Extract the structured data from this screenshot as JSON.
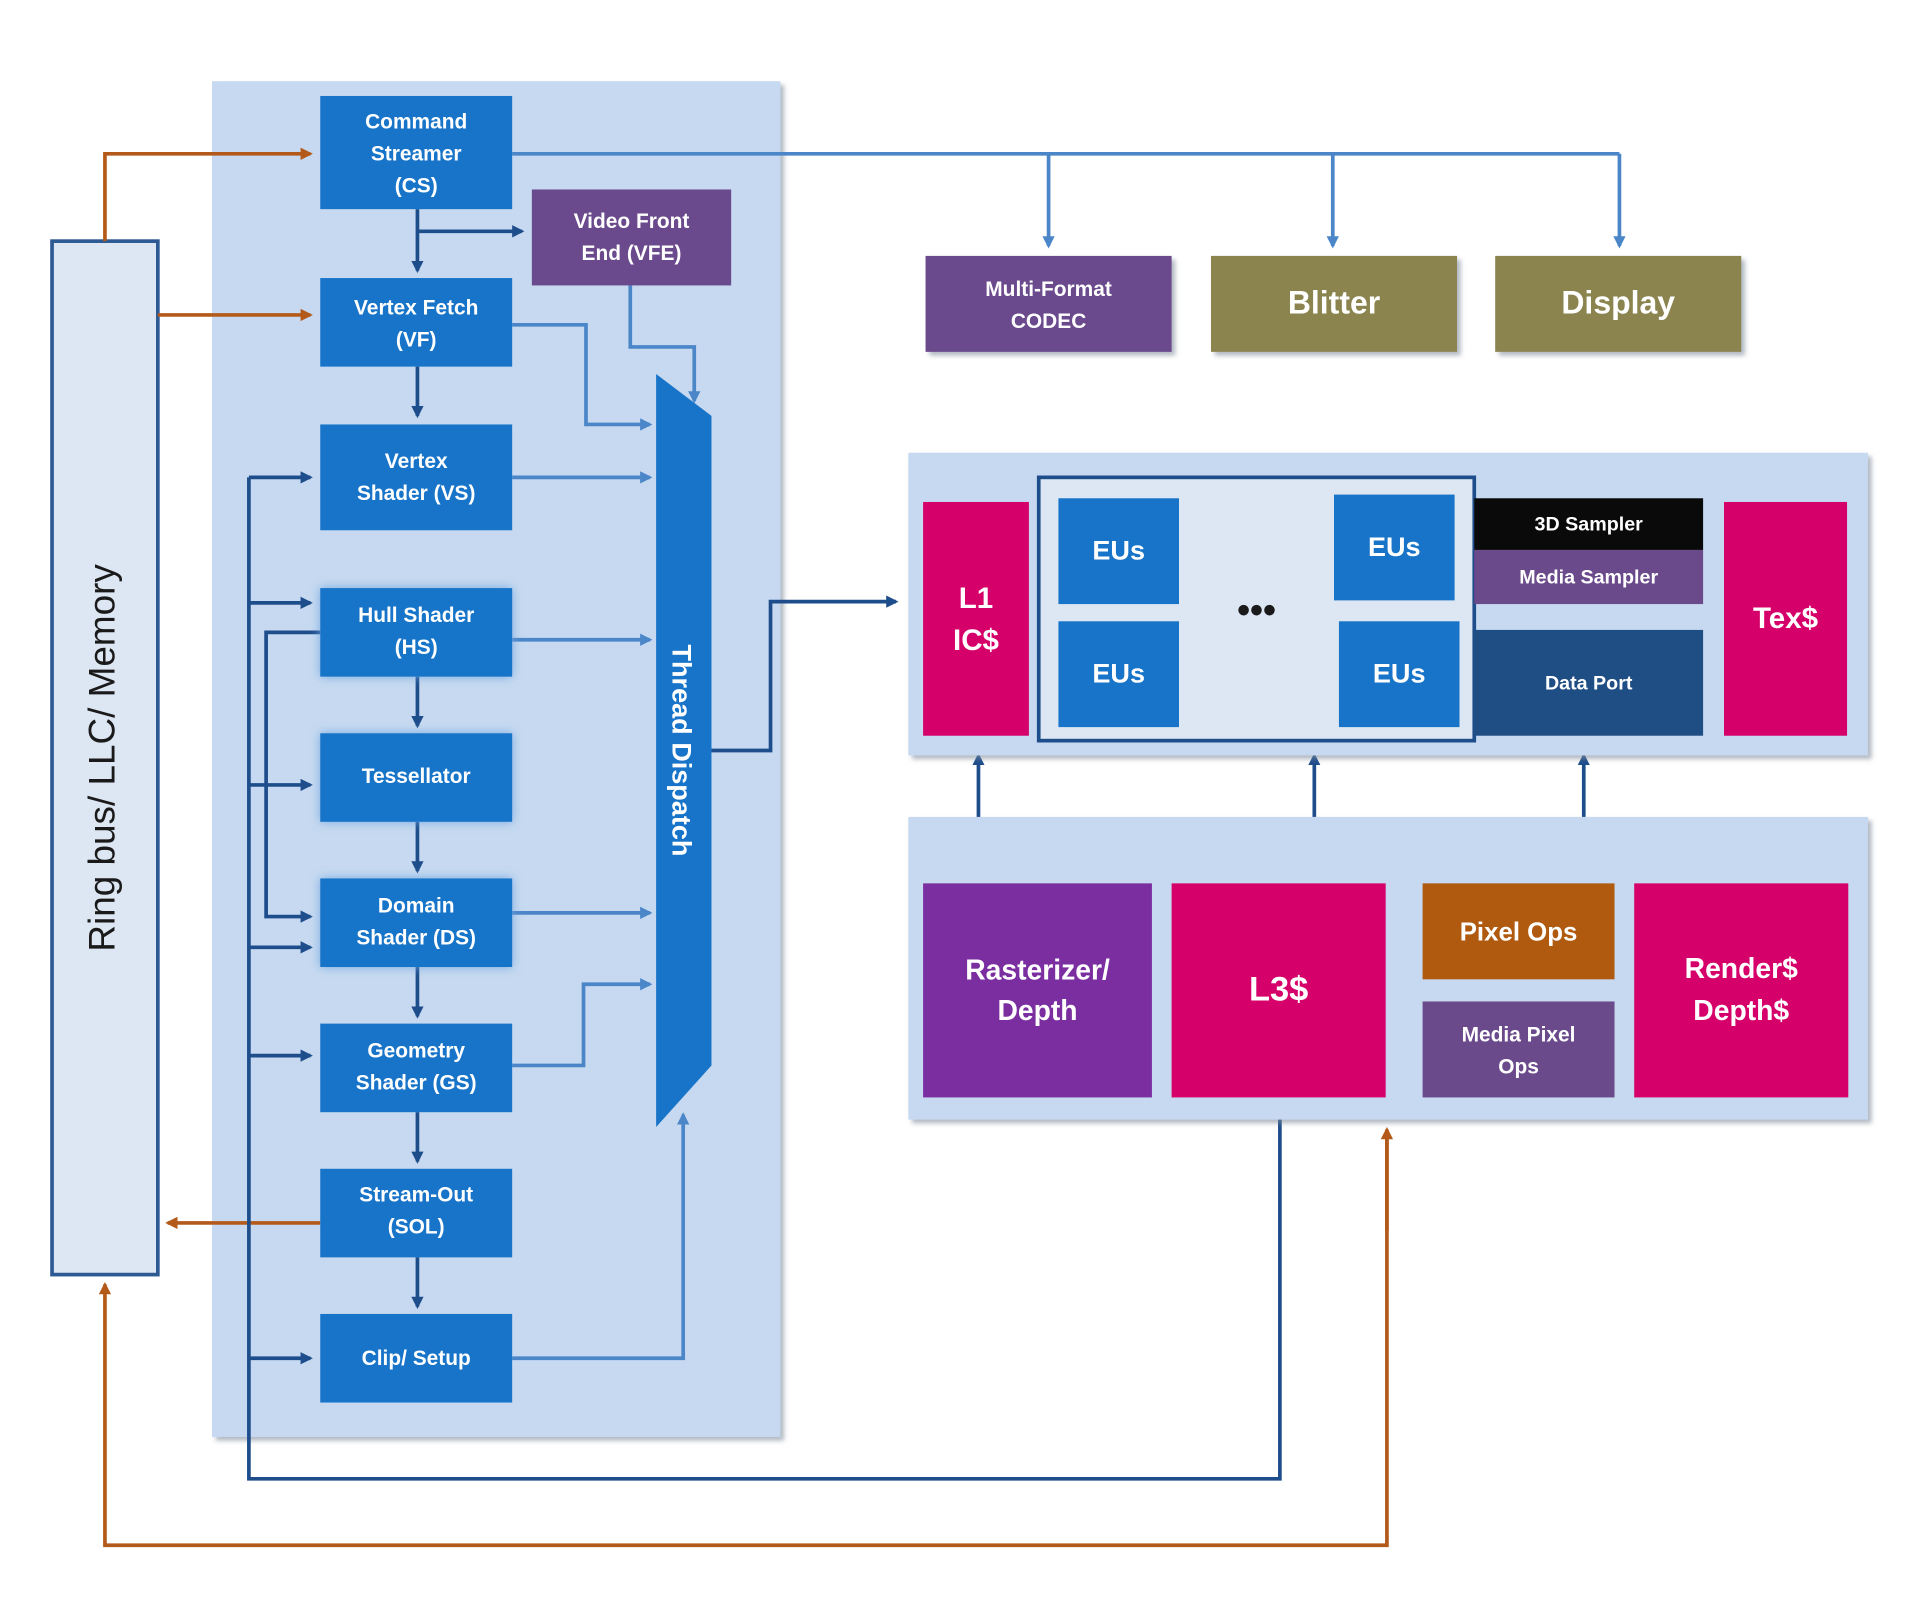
{
  "colors": {
    "pipeline_blue": "#1874c8",
    "panel_bg": "#c6d9f0",
    "panel_light": "#dde7f3",
    "dark_arrow": "#1e4d8c",
    "light_arrow": "#4a86c8",
    "memory_arrow": "#b35a1a",
    "purple": "#6a4a8c",
    "olive": "#8c8450",
    "magenta": "#d5006a",
    "raster_purple": "#7a2ea0",
    "pixel_ops_orange": "#b05a10",
    "data_port_navy": "#1f4e85",
    "sampler_black": "#0a0a0a",
    "media_purple": "#6b4a8c"
  },
  "memory": {
    "label": "Ring bus/ LLC/ Memory"
  },
  "pipeline": {
    "command_streamer": [
      "Command",
      "Streamer",
      "(CS)"
    ],
    "video_front_end": [
      "Video Front",
      "End (VFE)"
    ],
    "vertex_fetch": [
      "Vertex Fetch",
      "(VF)"
    ],
    "vertex_shader": [
      "Vertex",
      "Shader (VS)"
    ],
    "hull_shader": [
      "Hull Shader",
      "(HS)"
    ],
    "tessellator": [
      "Tessellator"
    ],
    "domain_shader": [
      "Domain",
      "Shader (DS)"
    ],
    "geometry_shader": [
      "Geometry",
      "Shader (GS)"
    ],
    "stream_out": [
      "Stream-Out",
      "(SOL)"
    ],
    "clip_setup": [
      "Clip/ Setup"
    ],
    "thread_dispatch": "Thread Dispatch"
  },
  "fixed_function": {
    "codec": [
      "Multi-Format",
      "CODEC"
    ],
    "blitter": "Blitter",
    "display": "Display"
  },
  "execution": {
    "l1": [
      "L1",
      "IC$"
    ],
    "eus": [
      "EUs",
      "EUs",
      "EUs",
      "EUs"
    ],
    "ellipsis": "•••",
    "sampler_3d": "3D Sampler",
    "media_sampler": "Media Sampler",
    "data_port": "Data Port",
    "tex_cache": "Tex$"
  },
  "backend": {
    "rasterizer": [
      "Rasterizer/",
      "Depth"
    ],
    "l3": "L3$",
    "pixel_ops": "Pixel Ops",
    "media_pixel_ops": [
      "Media Pixel",
      "Ops"
    ],
    "render_cache": [
      "Render$",
      "Depth$"
    ]
  }
}
